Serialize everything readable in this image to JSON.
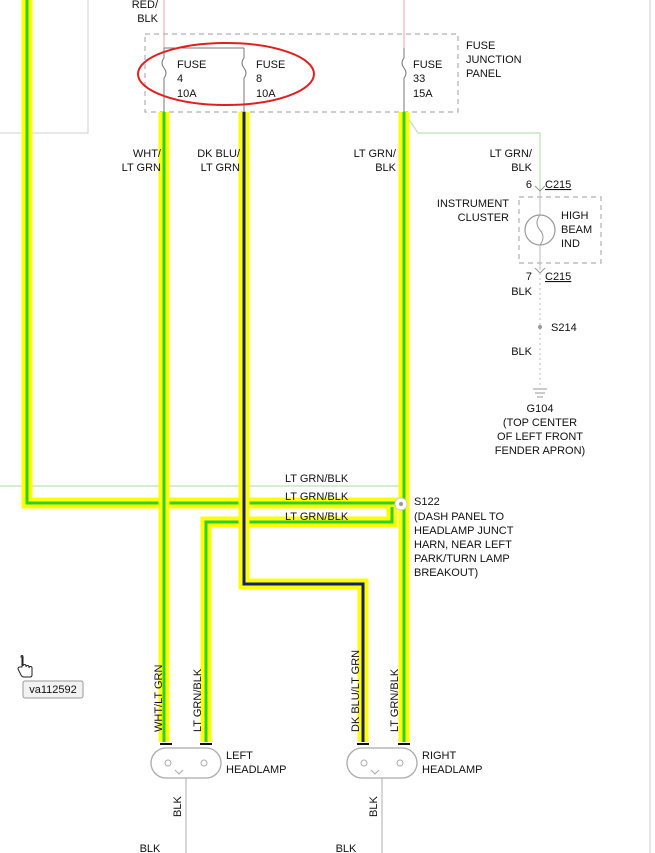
{
  "colors": {
    "highlight": "#ffff00",
    "lt_grn": "#2bd12b",
    "dk_blu": "#14206e",
    "wire_thin": "#c8e6c2",
    "wire_grey": "#bbbbbb",
    "red_wire": "#e8a0a0",
    "dash_box": "#b0b0b0",
    "annotation": "#e02020"
  },
  "top_label": "RED/\nBLK",
  "fuse_panel": {
    "title": "FUSE\nJUNCTION\nPANEL",
    "fuses": [
      {
        "label": "FUSE",
        "number": "4",
        "amp": "10A"
      },
      {
        "label": "FUSE",
        "number": "8",
        "amp": "10A"
      },
      {
        "label": "FUSE",
        "number": "33",
        "amp": "15A"
      }
    ]
  },
  "wire_labels": {
    "wht_lt_grn": "WHT/\nLT GRN",
    "dk_blu_lt_grn": "DK BLU/\nLT GRN",
    "lt_grn_blk": "LT GRN/\nBLK",
    "right_lt_grn_blk": "LT GRN/\nBLK",
    "splice_1": "LT GRN/BLK",
    "splice_2": "LT GRN/BLK",
    "splice_3": "LT GRN/BLK"
  },
  "instrument_cluster": {
    "label": "INSTRUMENT\nCLUSTER",
    "indicator": "HIGH\nBEAM\nIND",
    "pin_top": "6",
    "pin_bottom": "7",
    "connector_top": "C215",
    "connector_bottom": "C215",
    "wire_below": "BLK"
  },
  "splice_s214": {
    "label": "S214",
    "wire": "BLK"
  },
  "ground": {
    "label": "G104",
    "description": "(TOP CENTER\nOF LEFT FRONT\nFENDER APRON)"
  },
  "splice_s122": {
    "label": "S122",
    "description": "(DASH PANEL TO\nHEADLAMP JUNCT\nHARN, NEAR LEFT\nPARK/TURN LAMP\nBREAKOUT)"
  },
  "left_headlamp": {
    "label": "LEFT\nHEADLAMP",
    "wire_a": "WHT/LT GRN",
    "wire_b": "LT GRN/BLK",
    "ground_wire": "BLK",
    "bottom": "BLK"
  },
  "right_headlamp": {
    "label": "RIGHT\nHEADLAMP",
    "wire_a": "DK BLU/LT GRN",
    "wire_b": "LT GRN/BLK",
    "ground_wire": "BLK",
    "bottom": "BLK"
  },
  "image_tag": "va112592"
}
